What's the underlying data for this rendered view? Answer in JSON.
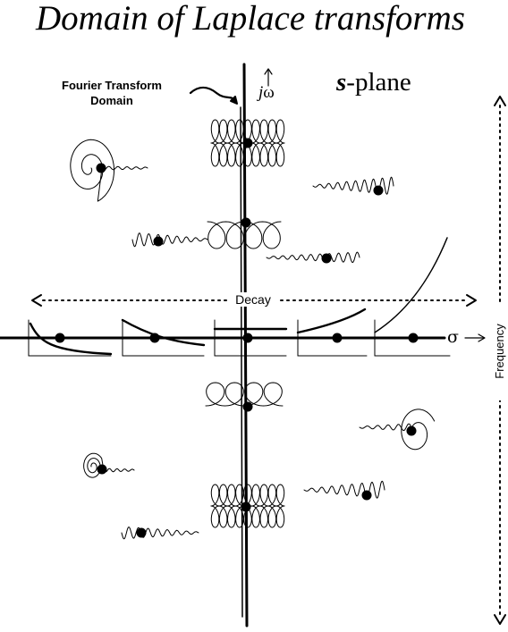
{
  "title": "Domain of Laplace transforms",
  "fourier_label": {
    "line1": "Fourier Transform",
    "line2": "Domain"
  },
  "splane_label": {
    "s": "s",
    "rest": "-plane"
  },
  "imag_axis_label": {
    "j": "j",
    "omega": "ω"
  },
  "real_axis_label": "σ",
  "decay_label": "Decay",
  "frequency_label": "Frequency"
}
